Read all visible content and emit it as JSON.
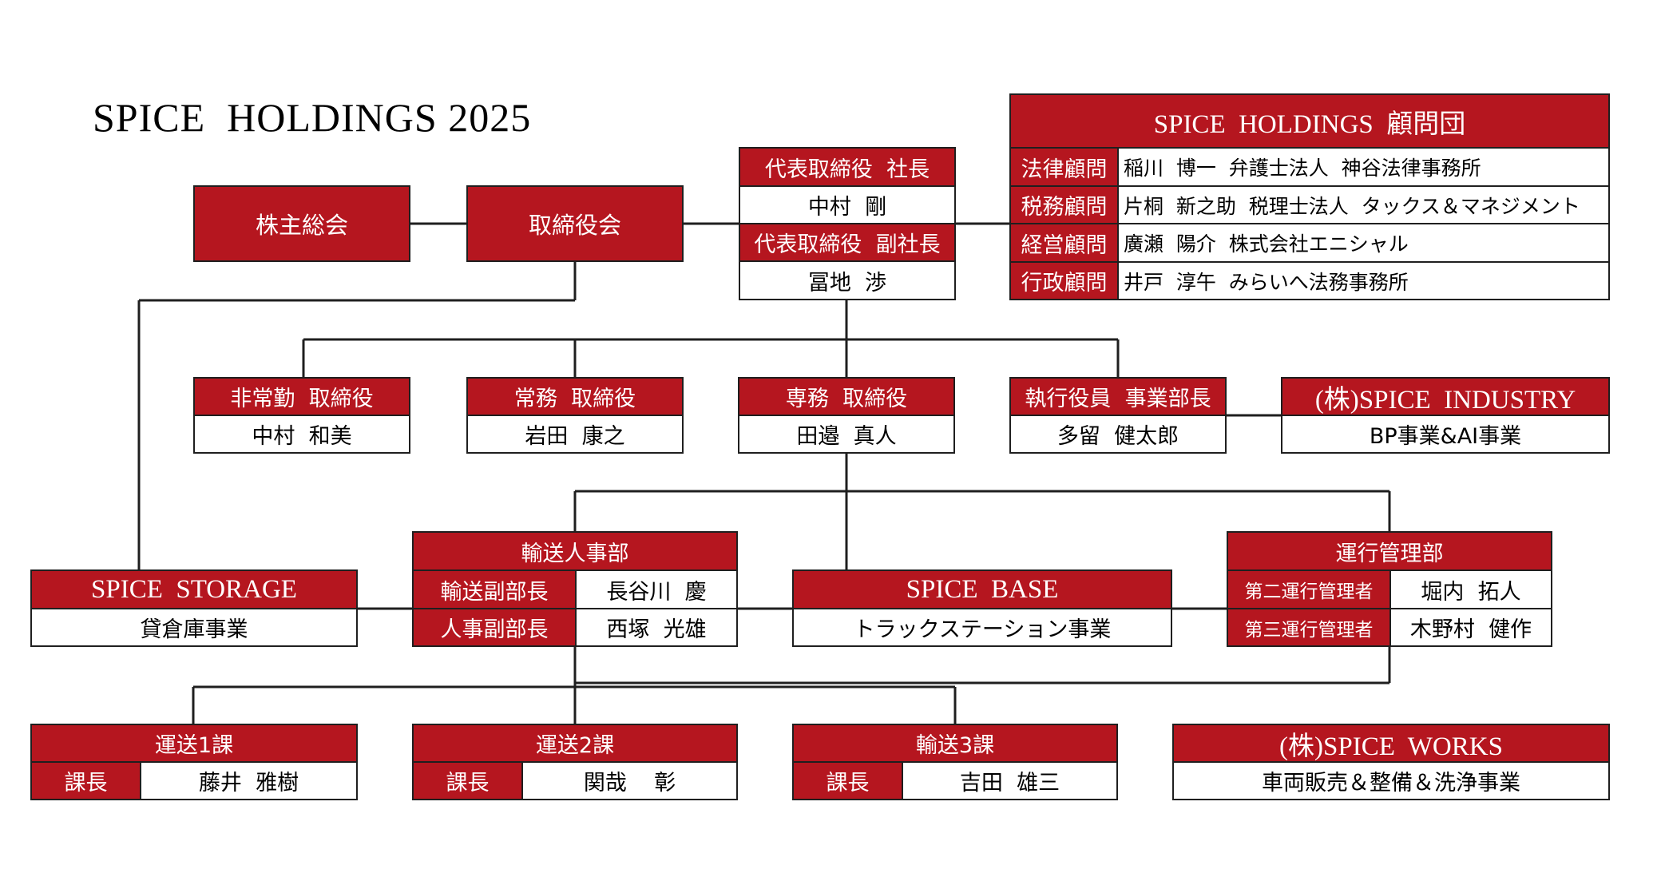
{
  "title": "SPICE  HOLDINGS 2025",
  "colors": {
    "accent_red": "#b5161f",
    "line": "#1f1f1f"
  },
  "shareholders": "株主総会",
  "board": "取締役会",
  "representatives": {
    "president_title": "代表取締役  社長",
    "president_name": "中村  剛",
    "vp_title": "代表取締役  副社長",
    "vp_name": "冨地  渉"
  },
  "advisors": {
    "header": "SPICE  HOLDINGS  顧問団",
    "rows": [
      {
        "role": "法律顧問",
        "name": "稲川  博一  弁護士法人  神谷法律事務所"
      },
      {
        "role": "税務顧問",
        "name": "片桐  新之助  税理士法人  タックス＆マネジメント"
      },
      {
        "role": "経営顧問",
        "name": "廣瀬  陽介  株式会社エニシャル"
      },
      {
        "role": "行政顧問",
        "name": "井戸  淳午  みらいへ法務事務所"
      }
    ]
  },
  "directors": [
    {
      "title": "非常勤  取締役",
      "name": "中村  和美"
    },
    {
      "title": "常務  取締役",
      "name": "岩田  康之"
    },
    {
      "title": "専務  取締役",
      "name": "田邉  真人"
    },
    {
      "title": "執行役員  事業部長",
      "name": "多留  健太郎"
    }
  ],
  "industry": {
    "title": "(株)SPICE  INDUSTRY",
    "business": "BP事業&AI事業"
  },
  "storage": {
    "title": "SPICE  STORAGE",
    "business": "貸倉庫事業"
  },
  "transport_hr": {
    "header": "輸送人事部",
    "rows": [
      {
        "role": "輸送副部長",
        "name": "長谷川  慶"
      },
      {
        "role": "人事副部長",
        "name": "西塚  光雄"
      }
    ]
  },
  "base": {
    "title": "SPICE  BASE",
    "business": "トラックステーション事業"
  },
  "operations": {
    "header": "運行管理部",
    "rows": [
      {
        "role": "第二運行管理者",
        "name": "堀内  拓人"
      },
      {
        "role": "第三運行管理者",
        "name": "木野村  健作"
      }
    ]
  },
  "sections": [
    {
      "title": "運送1課",
      "role": "課長",
      "name": "藤井  雅樹"
    },
    {
      "title": "運送2課",
      "role": "課長",
      "name": "関哉    彰"
    },
    {
      "title": "輸送3課",
      "role": "課長",
      "name": "吉田  雄三"
    }
  ],
  "works": {
    "title": "(株)SPICE  WORKS",
    "business": "車両販売＆整備＆洗浄事業"
  }
}
